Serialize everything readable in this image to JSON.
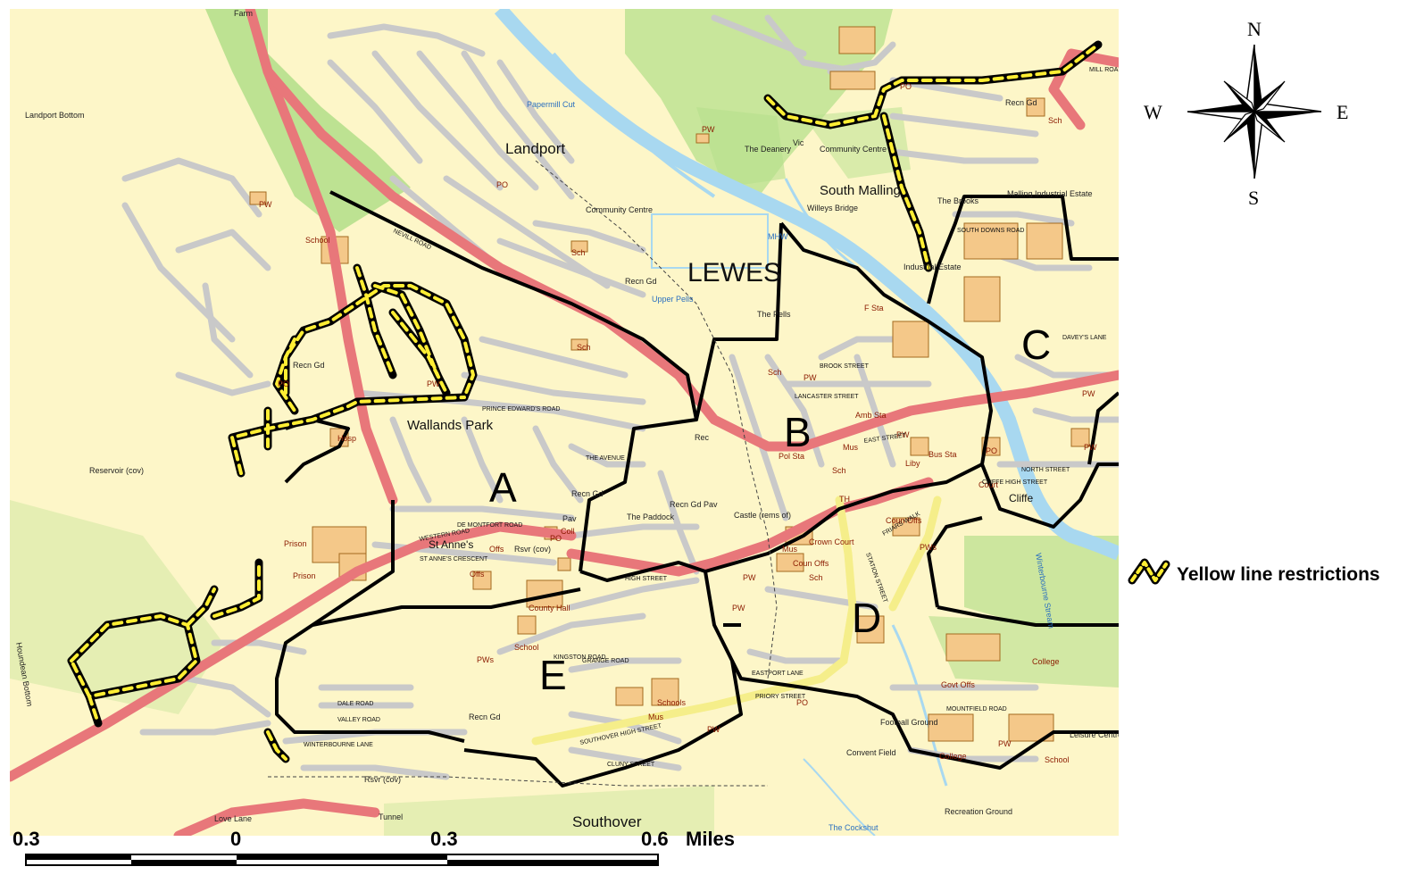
{
  "map": {
    "place_labels": {
      "landport": "Landport",
      "lewes": "LEWES",
      "south_malling": "South Malling",
      "wallands_park": "Wallands Park",
      "southover": "Southover",
      "st_annes": "St Anne's",
      "cliffe": "Cliffe"
    },
    "small_labels": {
      "landport_bottom": "Landport Bottom",
      "reservoir": "Reservoir (cov)",
      "community_centre_landport": "Community Centre",
      "recn_gd_landport": "Recn Gd",
      "upper_pells": "Upper Pells",
      "the_pells": "The Pells",
      "willeys_bridge": "Willeys Bridge",
      "the_deanery": "The Deanery",
      "community_centre_malling": "Community Centre",
      "industrial_estate": "Industrial Estate",
      "malling_industrial_estate": "Malling Industrial Estate",
      "the_brooks": "The Brooks",
      "recn_gd_malling": "Recn Gd",
      "the_paddock": "The Paddock",
      "recn_gd_pav": "Recn Gd Pav",
      "castle": "Castle (rems of)",
      "recn_gd_a": "Recn Gd",
      "pav": "Pav",
      "coll": "Coll",
      "rec": "Rec",
      "football_ground": "Football Ground",
      "convent_field": "Convent Field",
      "recreation_ground": "Recreation Ground",
      "leisure_centre": "Leisure Centre",
      "recn_gd_e": "Recn Gd",
      "rsvr": "Rsvr (cov)",
      "love_lane": "Love Lane",
      "tunnel": "Tunnel",
      "mhw": "MHW",
      "papermill_cut": "Papermill Cut",
      "the_cockshut": "The Cockshut",
      "winterbourne": "Winterbourne Stream",
      "farm": "Farm",
      "houndean_bottom": "Houndean Bottom"
    },
    "building_labels": {
      "school_1": "School",
      "pw_1": "PW",
      "po_1": "PO",
      "recn_gd_w": "Recn Gd",
      "po_2": "PO",
      "pw_2": "PW",
      "hosp": "Hosp",
      "prison_1": "Prison",
      "prison_2": "Prison",
      "po_3": "PO",
      "sch_1": "Sch",
      "sch_2": "Sch",
      "pw_3": "PW",
      "offs_1": "Offs",
      "offs_2": "Offs",
      "rsvr_a": "Rsvr (cov)",
      "county_hall": "County Hall",
      "school_2": "School",
      "pws_1": "PWs",
      "schools": "Schools",
      "mus_1": "Mus",
      "pw_4": "PW",
      "po_4": "PO",
      "sch_3": "Sch",
      "pw_5": "PW",
      "pol_sta": "Pol Sta",
      "sch_4": "Sch",
      "mus_2": "Mus",
      "amb_sta": "Amb Sta",
      "mus_3": "Mus",
      "crown_court": "Crown Court",
      "coun_offs_1": "Coun Offs",
      "sch_5": "Sch",
      "coun_offs_2": "Coun Offs",
      "pws_2": "PWs",
      "pw_6": "PW",
      "bus_sta": "Bus Sta",
      "liby": "Liby",
      "court": "Court",
      "po_5": "PO",
      "f_sta": "F Sta",
      "pw_7": "PW",
      "po_6": "PO",
      "sch_6": "Sch",
      "pw_8": "PW",
      "pw_9": "PW",
      "pw_10": "PW",
      "college_1": "College",
      "govt_offs": "Govt Offs",
      "college_2": "College",
      "pw_11": "PW",
      "school_3": "School",
      "vic": "Vic",
      "th": "TH"
    },
    "street_labels": {
      "prince_edwards": "PRINCE EDWARD'S ROAD",
      "high_street": "HIGH STREET",
      "western_road": "WESTERN ROAD",
      "southover_high": "SOUTHOVER HIGH STREET",
      "priory_street": "PRIORY STREET",
      "cliffe_high": "CLIFFE HIGH STREET",
      "east_street": "EAST STREET",
      "eastport_lane": "EASTPORT LANE",
      "winterbourne_lane": "WINTERBOURNE LANE",
      "dale_road": "DALE ROAD",
      "valley_road": "VALLEY ROAD",
      "mountfield_road": "MOUNTFIELD ROAD",
      "south_downs_road": "SOUTH DOWNS ROAD",
      "the_avenue": "THE AVENUE",
      "kingston_road": "KINGSTON ROAD",
      "grange_road": "GRANGE ROAD",
      "cluny_street": "CLUNY STREET",
      "nevill_road": "NEVILL ROAD",
      "brook_street": "BROOK STREET",
      "lancaster_street": "LANCASTER STREET",
      "station_street": "STATION STREET",
      "friars_walk": "FRIARS WALK",
      "mill_road": "MILL ROAD",
      "davey_s_lane": "DAVEY'S LANE",
      "north_street": "NORTH STREET",
      "st_annes_crescent": "ST ANNE'S CRESCENT",
      "de_montfort": "DE MONTFORT ROAD"
    },
    "zones": [
      "A",
      "B",
      "C",
      "D",
      "E"
    ]
  },
  "scale": {
    "ticks": [
      "0.3",
      "0",
      "0.3",
      "0.6"
    ],
    "unit": "Miles"
  },
  "compass": {
    "n": "N",
    "s": "S",
    "e": "E",
    "w": "W"
  },
  "legend": {
    "label": "Yellow line restrictions"
  },
  "colors": {
    "map_bg": "#fdf6c8",
    "building": "#f4c889",
    "major_road": "#e8777a",
    "minor_road": "#c9c9c9",
    "yellow_line": "#ffee33",
    "green_space": "#b6e08c",
    "water": "#a8d8f0",
    "boundary": "#000000"
  }
}
